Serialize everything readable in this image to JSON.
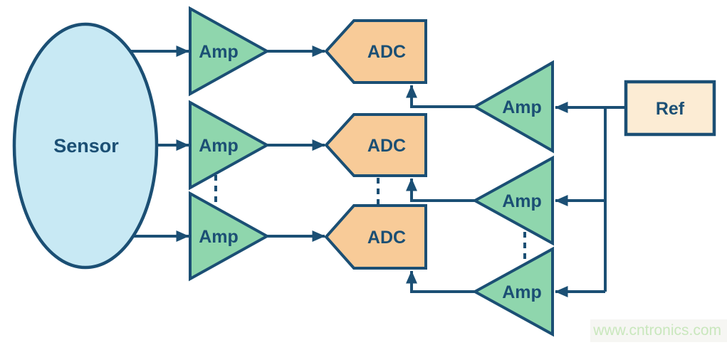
{
  "sensor": {
    "label": "Sensor"
  },
  "input_amps": [
    {
      "label": "Amp"
    },
    {
      "label": "Amp"
    },
    {
      "label": "Amp"
    }
  ],
  "adcs": [
    {
      "label": "ADC"
    },
    {
      "label": "ADC"
    },
    {
      "label": "ADC"
    }
  ],
  "ref_buffers": [
    {
      "label": "Amp"
    },
    {
      "label": "Amp"
    },
    {
      "label": "Amp"
    }
  ],
  "ref": {
    "label": "Ref"
  },
  "watermark": {
    "text": "www.cntronics.com"
  },
  "colors": {
    "outline": "#1b4f74",
    "label_text": "#1b4f74",
    "amp_fill": "#8fd6ad",
    "sensor_fill": "#c8e9f4",
    "adc_fill": "#f8cb98",
    "ref_fill": "#fcecd4",
    "watermark_text": "#c9e7bd",
    "background": "#ffffff"
  }
}
